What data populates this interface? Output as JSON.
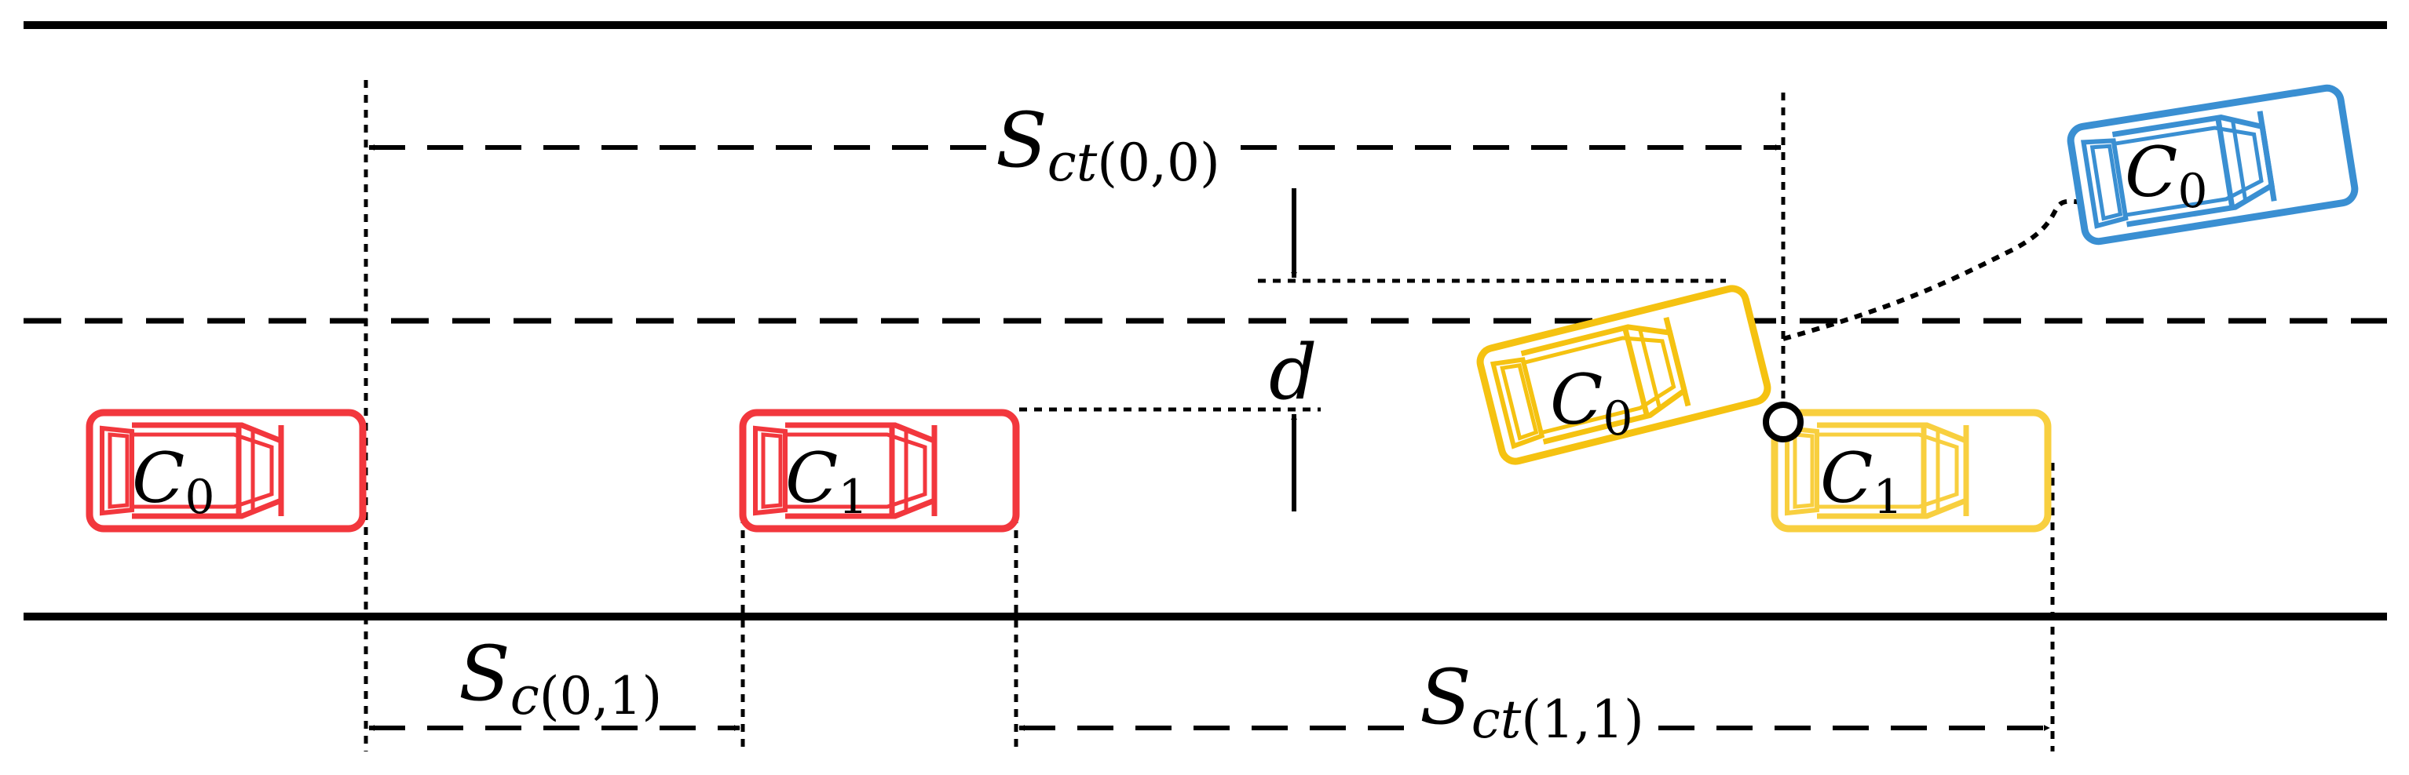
{
  "labels": {
    "car_red_left": {
      "main": "C",
      "sub": "0"
    },
    "car_red_mid": {
      "main": "C",
      "sub": "1"
    },
    "car_yellow_tilted": {
      "main": "C",
      "sub": "0"
    },
    "car_yellow_right": {
      "main": "C",
      "sub": "1"
    },
    "car_blue": {
      "main": "C",
      "sub": "0"
    },
    "dim_top": {
      "main": "S",
      "sub_a": "ct",
      "sub_b": "(0,0)"
    },
    "dim_bottom_left": {
      "main": "S",
      "sub_a": "c",
      "sub_b": "(0,1)"
    },
    "dim_bottom_right": {
      "main": "S",
      "sub_a": "ct",
      "sub_b": "(1,1)"
    },
    "offset": "d"
  },
  "colors": {
    "red": "#f2373d",
    "yellow": "#f5c211",
    "yellow_light": "#f8cf3f",
    "blue": "#3a8fd2",
    "black": "#000000"
  }
}
